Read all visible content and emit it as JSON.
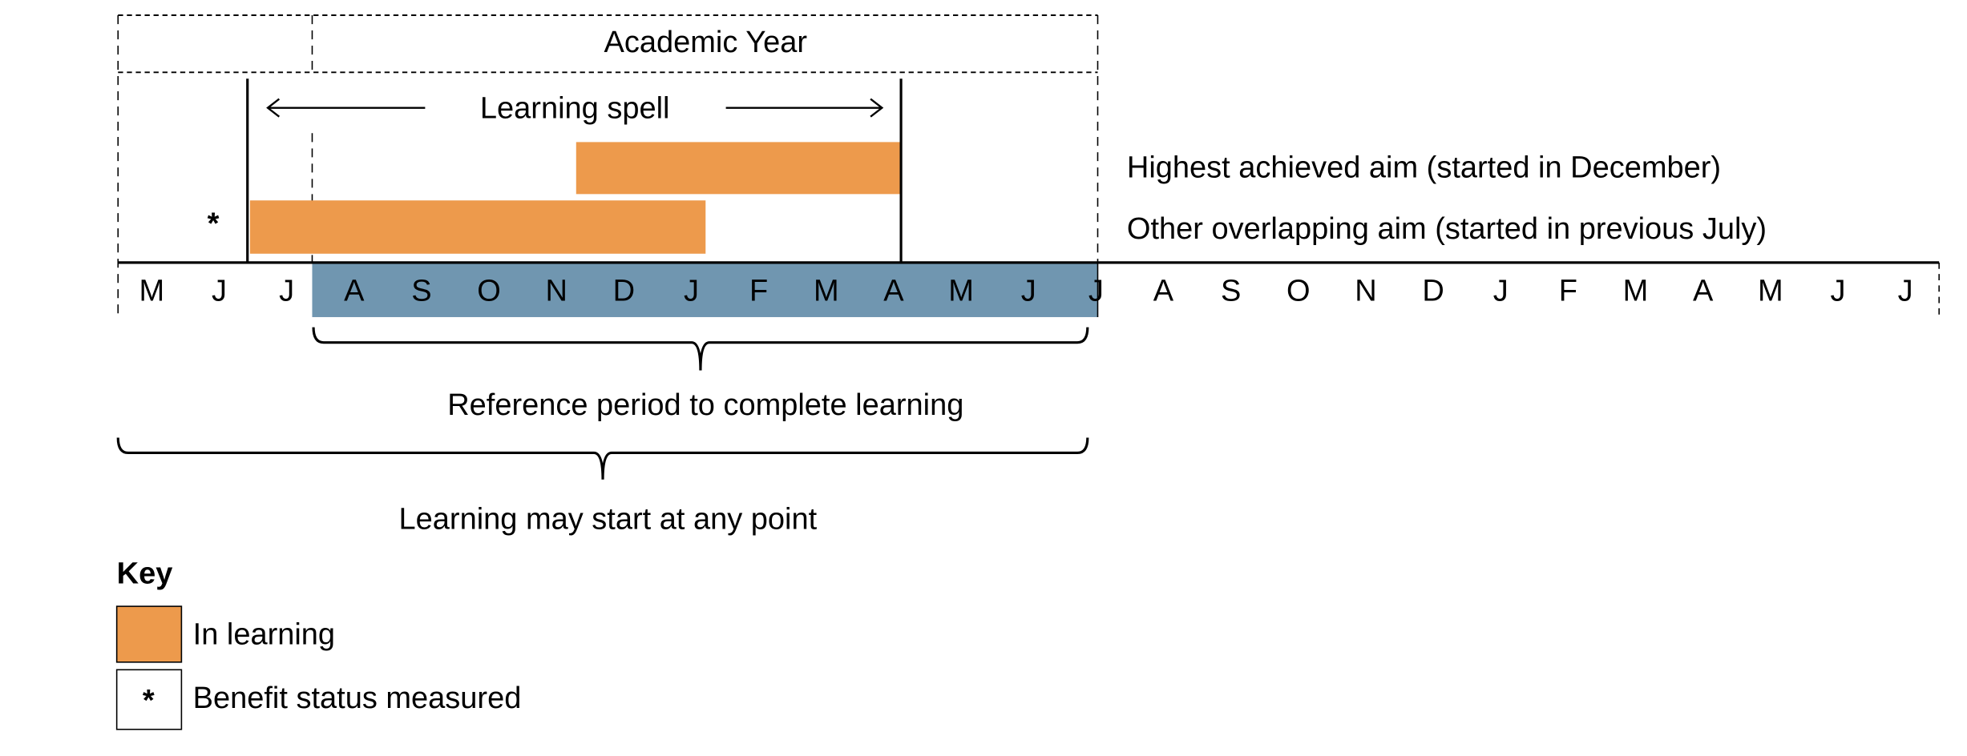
{
  "header": {
    "academic_year": "Academic Year",
    "learning_spell": "Learning spell"
  },
  "aims": {
    "highest": "Highest achieved aim (started in December)",
    "other": "Other overlapping aim (started in previous July)",
    "benefit_marker": "*"
  },
  "timeline": {
    "months": [
      "M",
      "J",
      "J",
      "A",
      "S",
      "O",
      "N",
      "D",
      "J",
      "F",
      "M",
      "A",
      "M",
      "J",
      "J",
      "A",
      "S",
      "O",
      "N",
      "D",
      "J",
      "F",
      "M",
      "A",
      "M",
      "J",
      "J"
    ],
    "highlighted_range": [
      3,
      14
    ]
  },
  "braces": {
    "reference_period": "Reference period to complete learning",
    "start_any_point": "Learning may start at any point"
  },
  "key": {
    "title": "Key",
    "in_learning": "In learning",
    "benefit_marker": "*",
    "benefit_measured": "Benefit status measured"
  },
  "colors": {
    "in_learning": "#ED9A4C",
    "academic_year_band": "#7096B0"
  }
}
